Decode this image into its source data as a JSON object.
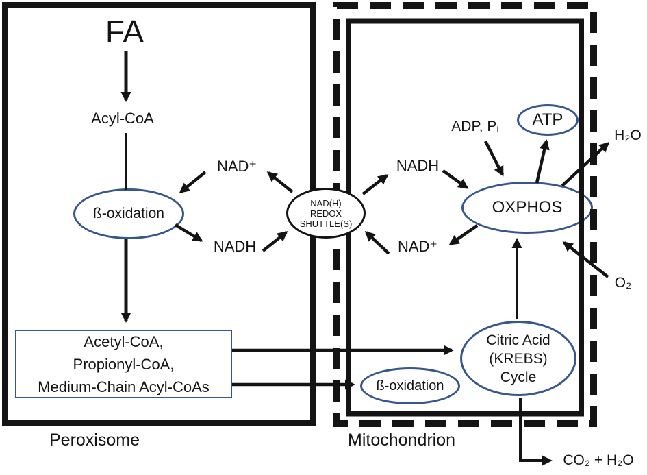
{
  "compartments": {
    "peroxisome": "Peroxisome",
    "mitochondrion": "Mitochondrion"
  },
  "nodes": {
    "fa": "FA",
    "acyl_coa": "Acyl-CoA",
    "perox_beta_ox": "ß-oxidation",
    "acetyl_lines": [
      "Acetyl-CoA,",
      "Propionyl-CoA,",
      "Medium-Chain Acyl-CoAs"
    ],
    "shuttle_lines": [
      "NAD(H)",
      "REDOX",
      "SHUTTLE(S)"
    ],
    "mito_beta_ox": "ß-oxidation",
    "citric_lines": [
      "Citric Acid",
      "(KREBS)",
      "Cycle"
    ],
    "oxphos": "OXPHOS",
    "atp": "ATP"
  },
  "molecules": {
    "perox_nad_plus": "NAD⁺",
    "perox_nadh": "NADH",
    "mito_nadh": "NADH",
    "mito_nad_plus": "NAD⁺",
    "adp_pi": "ADP, Pᵢ",
    "h2o": "H₂O",
    "o2": "O₂",
    "co2_h2o": "CO₂ + H₂O"
  },
  "colors": {
    "node_stroke": "#35578b",
    "line": "#141414",
    "background": "#ffffff"
  }
}
